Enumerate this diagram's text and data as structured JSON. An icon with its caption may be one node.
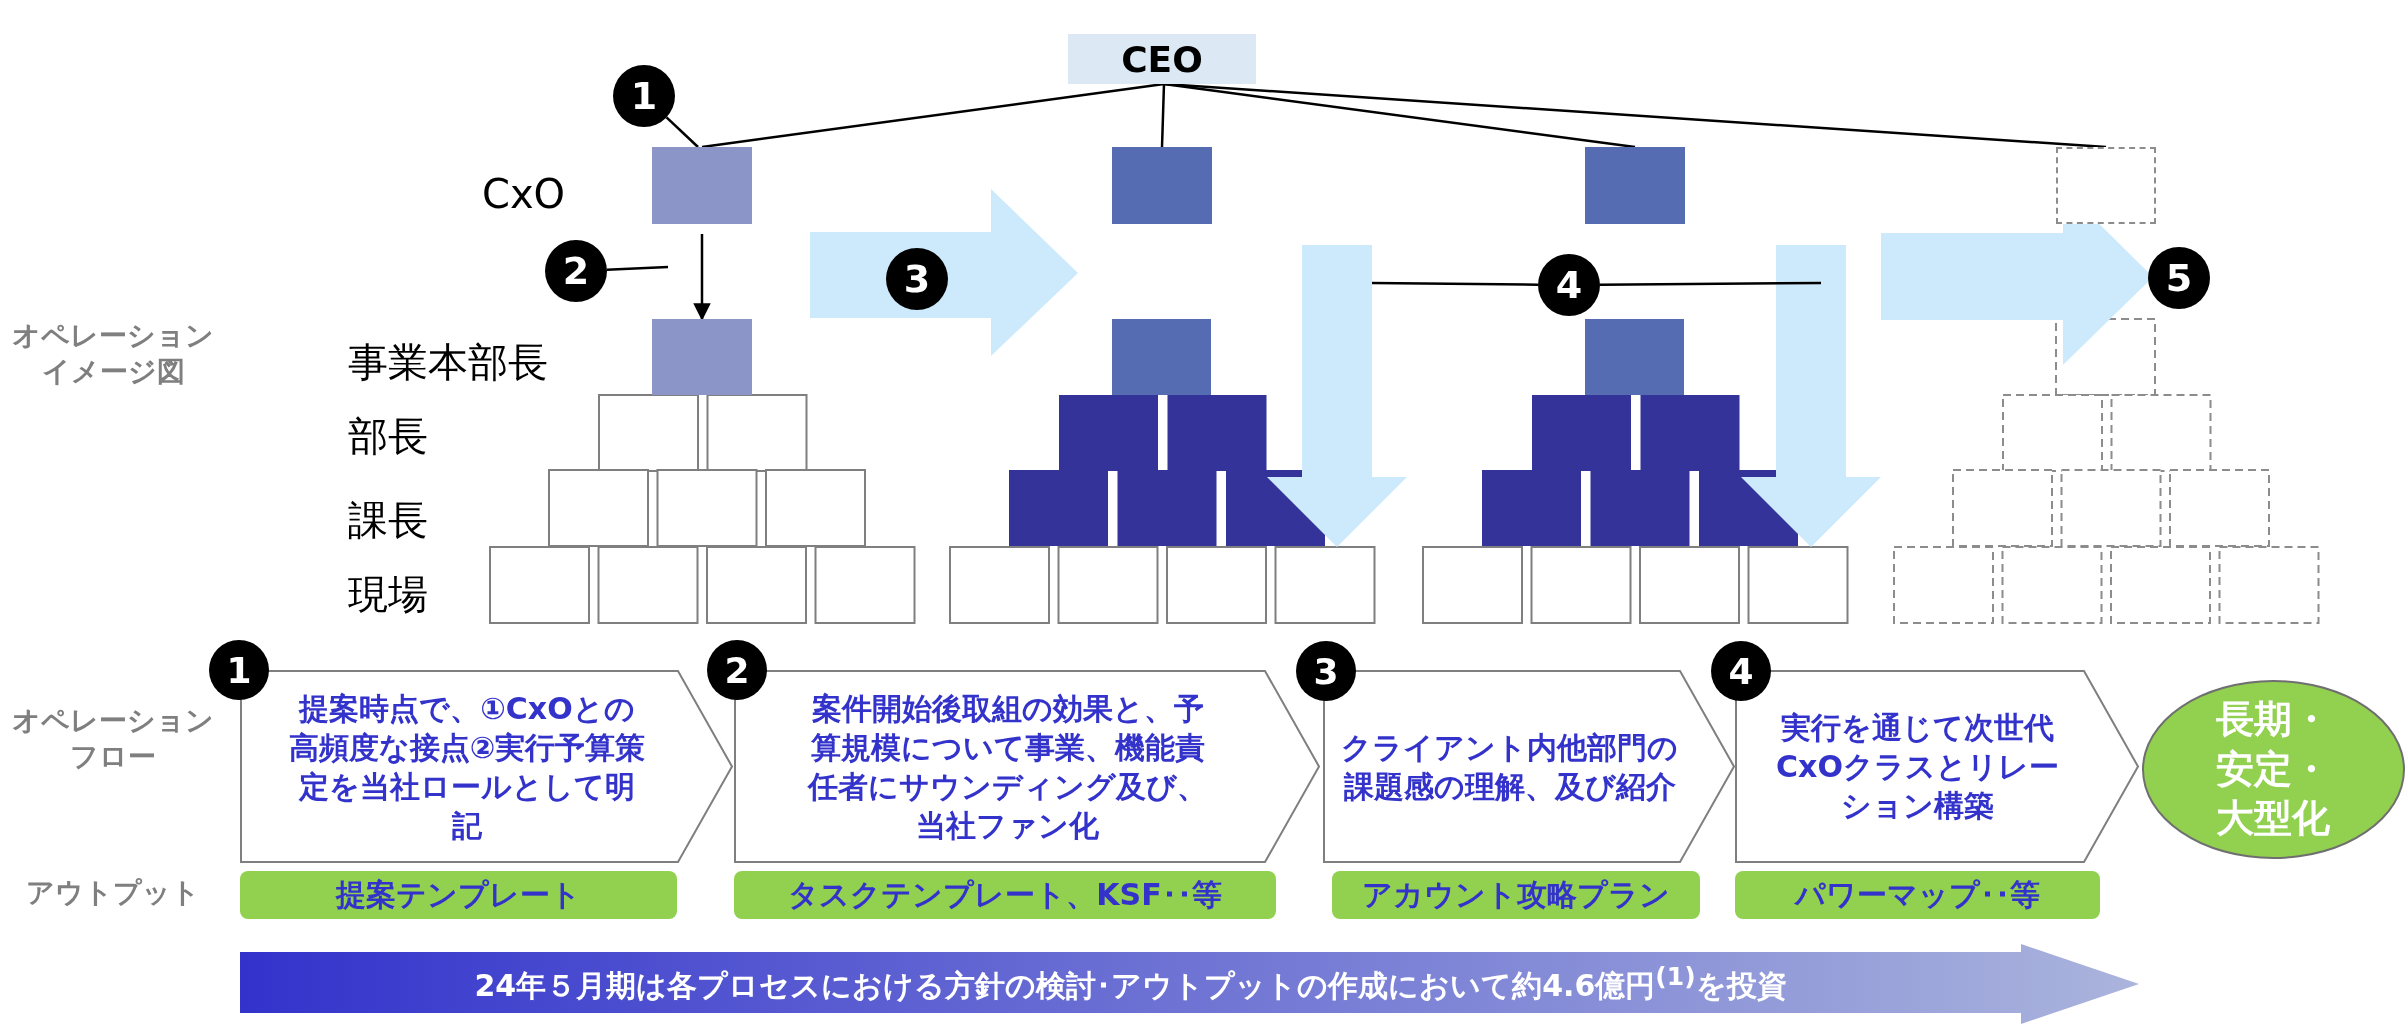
{
  "diagram": {
    "nodes": [
      {
        "text": [
          "CEO"
        ]
      },
      {
        "text": [
          "1"
        ]
      },
      {
        "text": [],
        "shape": "box"
      },
      {
        "text": [],
        "shape": "box"
      },
      {
        "text": [],
        "shape": "box"
      },
      {
        "text": [],
        "shape": "box"
      },
      {
        "text": [
          "2"
        ]
      },
      {
        "text": [],
        "shape": "box"
      },
      {
        "text": [
          "3"
        ]
      },
      {
        "text": [
          "4"
        ]
      },
      {
        "text": [
          "5"
        ]
      },
      {
        "text": [
          "1"
        ]
      },
      {
        "text": [
          "提案時点で、①CxOとの高頻度な接点②実行予算策定を当社ロールとして明記"
        ]
      },
      {
        "text": [
          "2"
        ]
      },
      {
        "text": [
          "案件開始後取組の効果と、予算規模について事業、機能責任者にサウンディング及び、当社ファン化"
        ]
      },
      {
        "text": [
          "3"
        ]
      },
      {
        "text": [
          "クライアント内他部門の課題感の理解、及び紹介"
        ]
      },
      {
        "text": [
          "4"
        ]
      },
      {
        "text": [
          "実行を通じて次世代CxOクラスとリレーション構築"
        ]
      },
      {
        "text": [
          "長期・安定・大型化"
        ]
      },
      {
        "text": [
          "提案テンプレート"
        ]
      },
      {
        "text": [
          "タスクテンプレート、KSF･･等"
        ]
      },
      {
        "text": [
          "アカウント攻略プラン"
        ]
      },
      {
        "text": [
          "パワーマップ･･等"
        ]
      },
      {
        "text": [
          "24年５月期は各プロセスにおける方針の検討･アウトプットの作成において約4.6億円$^{(1)}$を投資"
        ]
      }
    ],
    "edges": [
      {
        "from": 0,
        "to": 2,
        "arrow": "none"
      },
      {
        "from": 0,
        "to": 3,
        "arrow": "none"
      },
      {
        "from": 0,
        "to": 4,
        "arrow": "none"
      },
      {
        "from": 0,
        "to": 5,
        "arrow": "none"
      },
      {
        "from": 2,
        "to": 7,
        "arrow": "to"
      },
      {
        "from": 1,
        "to": 2,
        "arrow": "none"
      },
      {
        "from": 6,
        "to": null,
        "arrow": "none"
      },
      {
        "from": 9,
        "to": null,
        "arrow": "none"
      },
      {
        "from": 9,
        "to": null,
        "arrow": "none"
      }
    ],
    "labels": [
      "CxO",
      "オペレーションイメージ図",
      "事業本部長",
      "部長",
      "課長",
      "現場",
      "オペレーションフロー",
      "アウトプット"
    ]
  }
}
